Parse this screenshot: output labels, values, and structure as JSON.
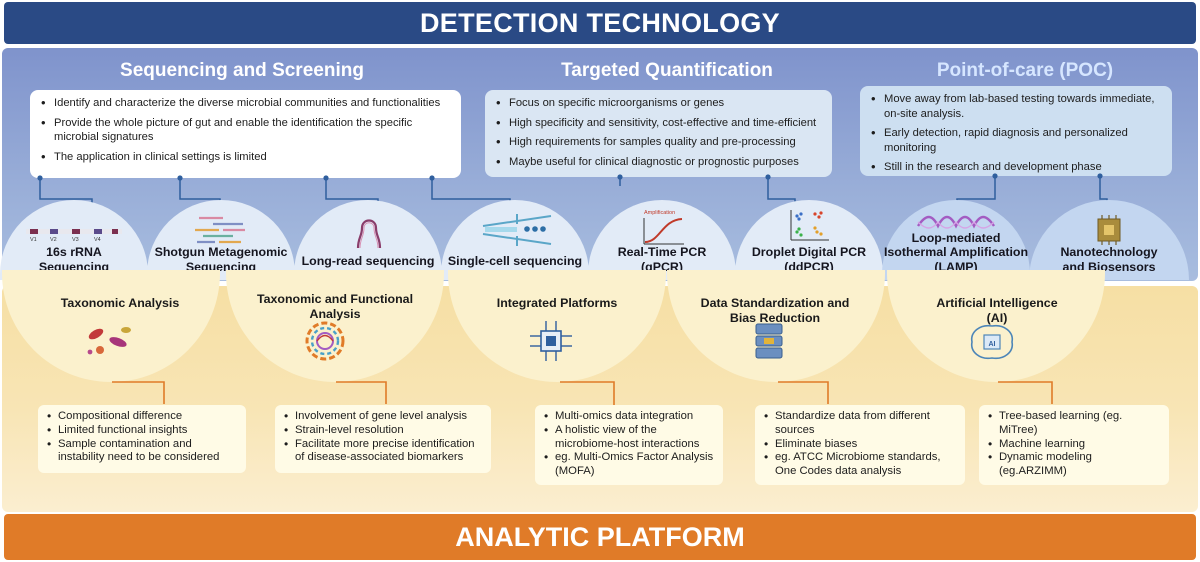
{
  "top_banner": "DETECTION TECHNOLOGY",
  "bottom_banner": "ANALYTIC PLATFORM",
  "sections": {
    "sequencing": {
      "title": "Sequencing and Screening",
      "bullets": [
        "Identify and characterize the diverse microbial communities and functionalities",
        "Provide the whole picture of gut and enable the identification the specific microbial signatures",
        "The application in clinical settings is limited"
      ]
    },
    "quantification": {
      "title": "Targeted Quantification",
      "bullets": [
        "Focus on specific microorganisms or genes",
        "High specificity and sensitivity, cost-effective and time-efficient",
        "High requirements for samples quality and pre-processing",
        "Maybe useful for clinical diagnostic or prognostic purposes"
      ]
    },
    "poc": {
      "title": "Point-of-care (POC)",
      "bullets": [
        "Move away from lab-based testing towards immediate, on-site analysis.",
        "Early detection, rapid diagnosis and personalized monitoring",
        "Still in the research and development phase"
      ]
    }
  },
  "techniques": [
    {
      "line1": "16s rRNA",
      "line2": "Sequencing",
      "icon": "gene-bar-icon"
    },
    {
      "line1": "Shotgun Metagenomic",
      "line2": "Sequencing",
      "icon": "dna-fragments-icon"
    },
    {
      "line1": "Long-read sequencing",
      "line2": "",
      "icon": "dna-strand-icon"
    },
    {
      "line1": "Single-cell sequencing",
      "line2": "",
      "icon": "microfluidic-icon"
    },
    {
      "line1": "Real-Time PCR",
      "line2": "(qPCR)",
      "icon": "amplification-curve-icon"
    },
    {
      "line1": "Droplet Digital PCR",
      "line2": "(ddPCR)",
      "icon": "scatter-plot-icon"
    },
    {
      "line1": "Loop-mediated",
      "line2": "Isothermal Amplification",
      "line3": "(LAMP)",
      "icon": "dna-loop-icon"
    },
    {
      "line1": "Nanotechnology",
      "line2": "and Biosensors",
      "icon": "chip-icon"
    }
  ],
  "gene_labels": [
    "V1",
    "V2",
    "V3",
    "V4"
  ],
  "amplification_label": "Amplification",
  "analytics": [
    {
      "title_line1": "Taxonomic Analysis",
      "title_line2": "",
      "icon": "bacteria-icon",
      "bullets": [
        "Compositional difference",
        "Limited functional insights",
        "Sample contamination and instability need to be considered"
      ]
    },
    {
      "title_line1": "Taxonomic and Functional",
      "title_line2": "Analysis",
      "icon": "circular-genome-icon",
      "bullets": [
        "Involvement of gene level analysis",
        "Strain-level resolution",
        "Facilitate more precise identification of disease-associated biomarkers"
      ]
    },
    {
      "title_line1": "Integrated Platforms",
      "title_line2": "",
      "icon": "processor-icon",
      "bullets": [
        "Multi-omics data integration",
        "A holistic view of the microbiome-host interactions",
        "eg. Multi-Omics Factor Analysis (MOFA)"
      ]
    },
    {
      "title_line1": "Data Standardization and",
      "title_line2": "Bias Reduction",
      "icon": "database-icon",
      "bullets": [
        "Standardize data from different sources",
        "Eliminate biases",
        "eg. ATCC Microbiome standards, One Codes data analysis"
      ]
    },
    {
      "title_line1": "Artificial Intelligence",
      "title_line2": "(AI)",
      "icon": "ai-brain-icon",
      "bullets": [
        "Tree-based learning (eg. MiTree)",
        "Machine learning",
        "Dynamic modeling (eg.ARZIMM)"
      ]
    }
  ],
  "ai_chip_label": "AI",
  "colors": {
    "top_banner": "#2a4a85",
    "bottom_banner": "#e07b28",
    "detection_panel": "#8fa3d3",
    "analytic_panel": "#f7e2ab",
    "connector_blue": "#2f5f9e",
    "connector_orange": "#e07b28"
  }
}
